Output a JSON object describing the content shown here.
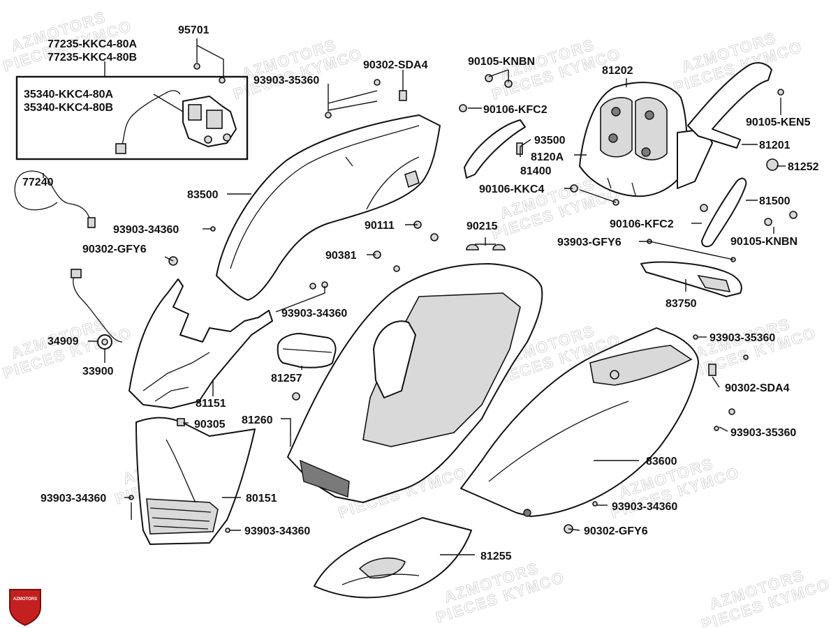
{
  "parts": [
    {
      "id": "p77235",
      "lines": [
        "77235-KKC4-80A",
        "77235-KKC4-80B"
      ]
    },
    {
      "id": "p95701",
      "lines": [
        "95701"
      ]
    },
    {
      "id": "p35340",
      "lines": [
        "35340-KKC4-80A",
        "35340-KKC4-80B"
      ]
    },
    {
      "id": "p93903_35360_a",
      "lines": [
        "93903-35360"
      ]
    },
    {
      "id": "p90302_SDA4_a",
      "lines": [
        "90302-SDA4"
      ]
    },
    {
      "id": "p90105_KNBN_a",
      "lines": [
        "90105-KNBN"
      ]
    },
    {
      "id": "p90106_KFC2_a",
      "lines": [
        "90106-KFC2"
      ]
    },
    {
      "id": "p81202",
      "lines": [
        "81202"
      ]
    },
    {
      "id": "p90105_KEN5",
      "lines": [
        "90105-KEN5"
      ]
    },
    {
      "id": "p93500",
      "lines": [
        "93500"
      ]
    },
    {
      "id": "p8120A",
      "lines": [
        "8120A"
      ]
    },
    {
      "id": "p81201",
      "lines": [
        "81201"
      ]
    },
    {
      "id": "p81252",
      "lines": [
        "81252"
      ]
    },
    {
      "id": "p81400",
      "lines": [
        "81400"
      ]
    },
    {
      "id": "p90106_KKC4",
      "lines": [
        "90106-KKC4"
      ]
    },
    {
      "id": "p77240",
      "lines": [
        "77240"
      ]
    },
    {
      "id": "p83500",
      "lines": [
        "83500"
      ]
    },
    {
      "id": "p81500",
      "lines": [
        "81500"
      ]
    },
    {
      "id": "p93903_34360_a",
      "lines": [
        "93903-34360"
      ]
    },
    {
      "id": "p90111",
      "lines": [
        "90111"
      ]
    },
    {
      "id": "p90215",
      "lines": [
        "90215"
      ]
    },
    {
      "id": "p90106_KFC2_b",
      "lines": [
        "90106-KFC2"
      ]
    },
    {
      "id": "p90105_KNBN_b",
      "lines": [
        "90105-KNBN"
      ]
    },
    {
      "id": "p90302_GFY6_a",
      "lines": [
        "90302-GFY6"
      ]
    },
    {
      "id": "p93903_GFY6",
      "lines": [
        "93903-GFY6"
      ]
    },
    {
      "id": "p90381",
      "lines": [
        "90381"
      ]
    },
    {
      "id": "p83750",
      "lines": [
        "83750"
      ]
    },
    {
      "id": "p93903_34360_b",
      "lines": [
        "93903-34360"
      ]
    },
    {
      "id": "p34909",
      "lines": [
        "34909"
      ]
    },
    {
      "id": "p93903_35360_b",
      "lines": [
        "93903-35360"
      ]
    },
    {
      "id": "p33900",
      "lines": [
        "33900"
      ]
    },
    {
      "id": "p81257",
      "lines": [
        "81257"
      ]
    },
    {
      "id": "p90302_SDA4_b",
      "lines": [
        "90302-SDA4"
      ]
    },
    {
      "id": "p81151",
      "lines": [
        "81151"
      ]
    },
    {
      "id": "p81260",
      "lines": [
        "81260"
      ]
    },
    {
      "id": "p90305",
      "lines": [
        "90305"
      ]
    },
    {
      "id": "p93903_35360_c",
      "lines": [
        "93903-35360"
      ]
    },
    {
      "id": "p83600",
      "lines": [
        "83600"
      ]
    },
    {
      "id": "p93903_34360_c",
      "lines": [
        "93903-34360"
      ]
    },
    {
      "id": "p80151",
      "lines": [
        "80151"
      ]
    },
    {
      "id": "p93903_34360_d",
      "lines": [
        "93903-34360"
      ]
    },
    {
      "id": "p90302_GFY6_b",
      "lines": [
        "90302-GFY6"
      ]
    },
    {
      "id": "p93903_34360_e",
      "lines": [
        "93903-34360"
      ]
    },
    {
      "id": "p81255",
      "lines": [
        "81255"
      ]
    }
  ],
  "watermark": {
    "line1": "AZMOTORS",
    "line2": "PIECES KYMCO"
  },
  "badge": {
    "text": "AZMOTORS"
  },
  "colors": {
    "ink": "#111111",
    "watermark": "#d8d8d8",
    "badge": "#c42020"
  }
}
